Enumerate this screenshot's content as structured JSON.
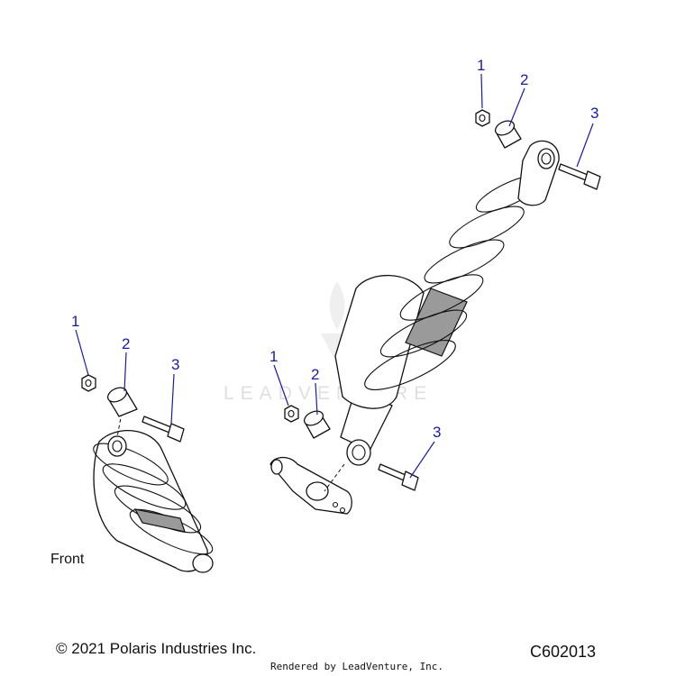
{
  "callouts": {
    "c1": "1",
    "c2": "2",
    "c3": "3",
    "c4": "1",
    "c5": "2",
    "c6": "3",
    "c7": "1",
    "c8": "2",
    "c9": "3"
  },
  "labels": {
    "front": "Front",
    "copyright": "© 2021 Polaris Industries Inc.",
    "diagram_code": "C602013",
    "rendered_by": "Rendered by LeadVenture, Inc."
  },
  "watermark": {
    "text": "LEADVENTURE"
  },
  "colors": {
    "callout": "#1a1aa8",
    "line": "#111111",
    "shade": "#9a9a9a"
  }
}
